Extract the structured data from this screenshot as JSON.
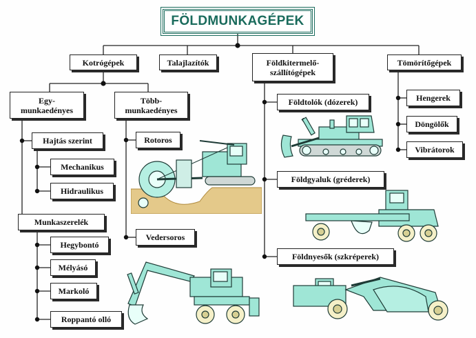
{
  "title": "FÖLDMUNKAGÉPEK",
  "categories": {
    "kotrogepek": "Kotrógépek",
    "talajlazitok": "Talajlazítók",
    "foldkitermelo": "Földkitermelő-\nszállítógépek",
    "tomoritogepek": "Tömörítőgépek"
  },
  "excavators": {
    "single_bucket": "Egy-\nmunkaedényes",
    "multi_bucket": "Több-\nmunkaedényes",
    "drive": "Hajtás szerint",
    "mechanical": "Mechanikus",
    "hydraulic": "Hidraulikus",
    "equipment": "Munkaszerelék",
    "tools": [
      "Hegybontó",
      "Mélyásó",
      "Markoló",
      "Roppantó olló"
    ],
    "rotary": "Rotoros",
    "bucket_chain": "Vedersoros"
  },
  "earthmovers": [
    "Földtolók (dózerek)",
    "Földgyaluk (gréderek)",
    "Földnyesők (szkréperek)"
  ],
  "compactors": [
    "Hengerek",
    "Döngölők",
    "Vibrátorok"
  ],
  "colors": {
    "title_text": "#1a6b5c",
    "machine_body": "#9fe6d6",
    "machine_outline": "#1e3b36",
    "ground": "#e4c98a"
  }
}
